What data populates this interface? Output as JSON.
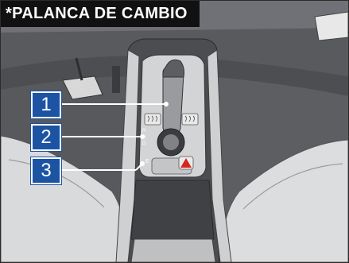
{
  "title": "*PALANCA DE CAMBIO",
  "callouts": [
    {
      "label": "1"
    },
    {
      "label": "2"
    },
    {
      "label": "3"
    }
  ],
  "gear_letters": [
    "R",
    "N",
    "D"
  ],
  "mode_letter": "E",
  "icons": [
    "hazard-warning-icon",
    "seat-heater-left-icon",
    "seat-heater-right-icon"
  ],
  "colors": {
    "callout": "#1c54a3",
    "hazard": "#d7261e",
    "title_bg": "#111111"
  }
}
